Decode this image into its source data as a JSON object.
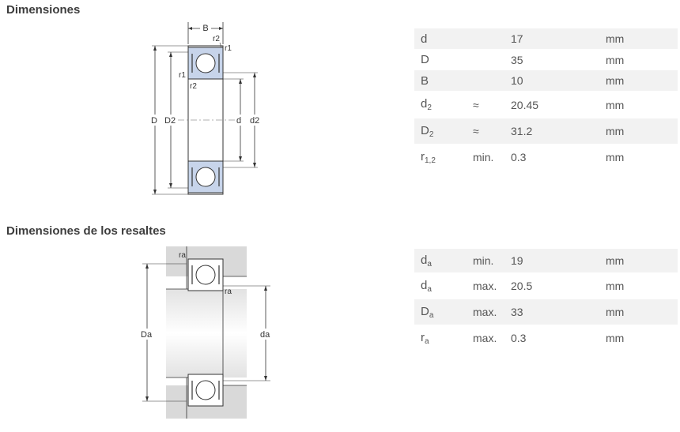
{
  "dimensions": {
    "title": "Dimensiones",
    "diagram_labels": {
      "B": "B",
      "r2_top": "r2",
      "r1_top": "r1",
      "r1_left": "r1",
      "r2_left": "r2",
      "D": "D",
      "D2": "D2",
      "d": "d",
      "d2": "d2"
    },
    "rows": [
      {
        "sym": "d",
        "sub": "",
        "qual": "",
        "value": "17",
        "unit": "mm"
      },
      {
        "sym": "D",
        "sub": "",
        "qual": "",
        "value": "35",
        "unit": "mm"
      },
      {
        "sym": "B",
        "sub": "",
        "qual": "",
        "value": "10",
        "unit": "mm"
      },
      {
        "sym": "d",
        "sub": "2",
        "qual": "≈",
        "value": "20.45",
        "unit": "mm"
      },
      {
        "sym": "D",
        "sub": "2",
        "qual": "≈",
        "value": "31.2",
        "unit": "mm"
      },
      {
        "sym": "r",
        "sub": "1,2",
        "qual": "min.",
        "value": "0.3",
        "unit": "mm"
      }
    ]
  },
  "abutment": {
    "title": "Dimensiones de los resaltes",
    "diagram_labels": {
      "ra_top": "ra",
      "ra_mid": "ra",
      "Da": "Da",
      "da": "da"
    },
    "rows": [
      {
        "sym": "d",
        "sub": "a",
        "qual": "min.",
        "value": "19",
        "unit": "mm"
      },
      {
        "sym": "d",
        "sub": "a",
        "qual": "max.",
        "value": "20.5",
        "unit": "mm"
      },
      {
        "sym": "D",
        "sub": "a",
        "qual": "max.",
        "value": "33",
        "unit": "mm"
      },
      {
        "sym": "r",
        "sub": "a",
        "qual": "max.",
        "value": "0.3",
        "unit": "mm"
      }
    ]
  },
  "colors": {
    "seal_blue": "#c7d4ea",
    "row_shade": "#f2f2f2",
    "housing_gray": "#d9d9d9"
  }
}
